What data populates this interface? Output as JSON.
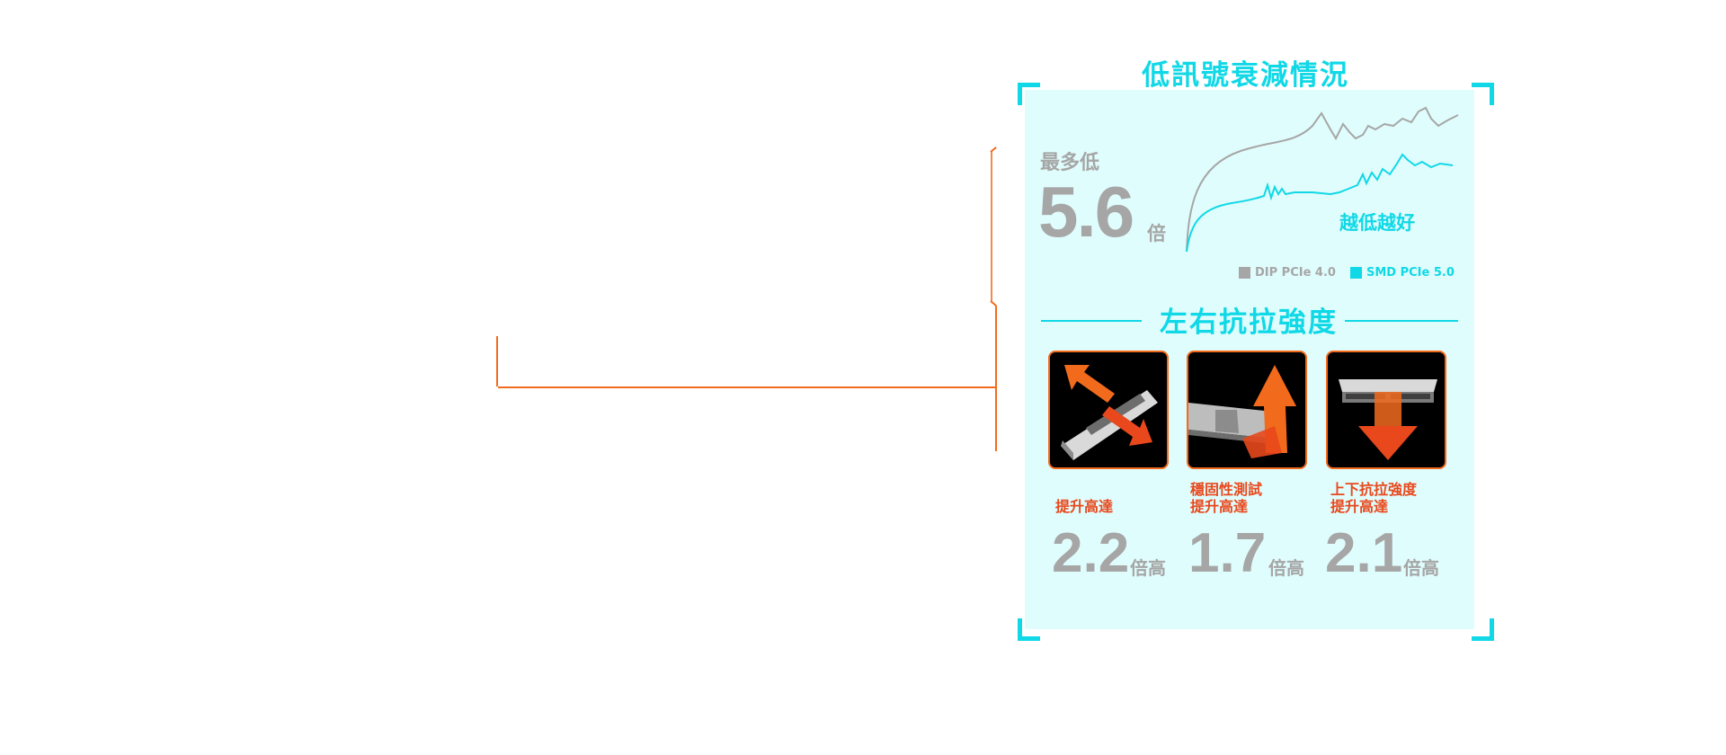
{
  "signal_section": {
    "title": "低訊號衰減情況",
    "prefix": "最多低",
    "value": "5.6",
    "unit": "倍",
    "annotation": "越低越好",
    "legend": [
      {
        "label": "DIP PCIe 4.0",
        "color": "#a6a6a6"
      },
      {
        "label": "SMD PCIe 5.0",
        "color": "#10d8e6"
      }
    ]
  },
  "strength_section": {
    "title": "左右抗拉強度",
    "items": [
      {
        "label_line1": "",
        "label_line2": "提升高達",
        "value": "2.2",
        "unit": "倍高",
        "icon": "horizontal-pull-arrows-icon"
      },
      {
        "label_line1": "穩固性測試",
        "label_line2": "提升高達",
        "value": "1.7",
        "unit": "倍高",
        "icon": "upward-pull-arrow-icon"
      },
      {
        "label_line1": "上下抗拉強度",
        "label_line2": "提升高達",
        "value": "2.1",
        "unit": "倍高",
        "icon": "downward-pull-arrow-icon"
      }
    ]
  },
  "colors": {
    "accent_cyan": "#10d8e6",
    "accent_orange": "#f26b1d",
    "label_red": "#e8481c",
    "text_gray": "#a6a6a6",
    "panel_bg": "#e0fdfd"
  }
}
